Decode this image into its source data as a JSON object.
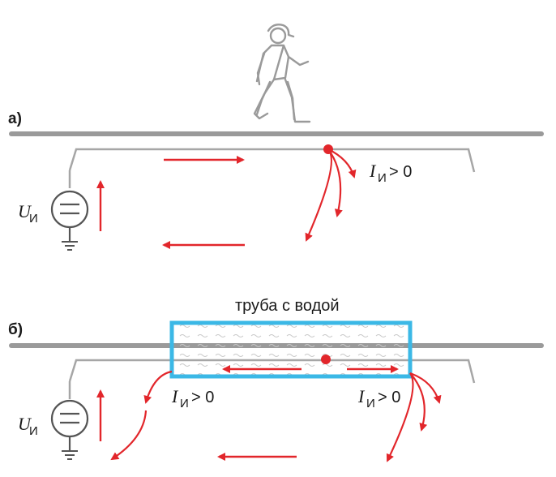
{
  "panel_a": {
    "label": "а)",
    "source_label": {
      "symbol": "U",
      "subscript": "И"
    },
    "current_label": {
      "symbol": "I",
      "subscript": "И",
      "condition": "> 0"
    }
  },
  "panel_b": {
    "label": "б)",
    "pipe_label": "труба с водой",
    "source_label": {
      "symbol": "U",
      "subscript": "И"
    },
    "current_label_left": {
      "symbol": "I",
      "subscript": "И",
      "condition": "> 0"
    },
    "current_label_right": {
      "symbol": "I",
      "subscript": "И",
      "condition": "> 0"
    }
  },
  "colors": {
    "rail": "#9a9a9a",
    "wire": "#a6a6a6",
    "arrow": "#e2262b",
    "pipe_frame": "#3bb8e6",
    "figure": "#9a9a9a",
    "text": "#1a1a1a"
  },
  "icons": {
    "walker": "walking-worker-icon",
    "source": "voltage-source-icon",
    "ground": "ground-icon"
  }
}
